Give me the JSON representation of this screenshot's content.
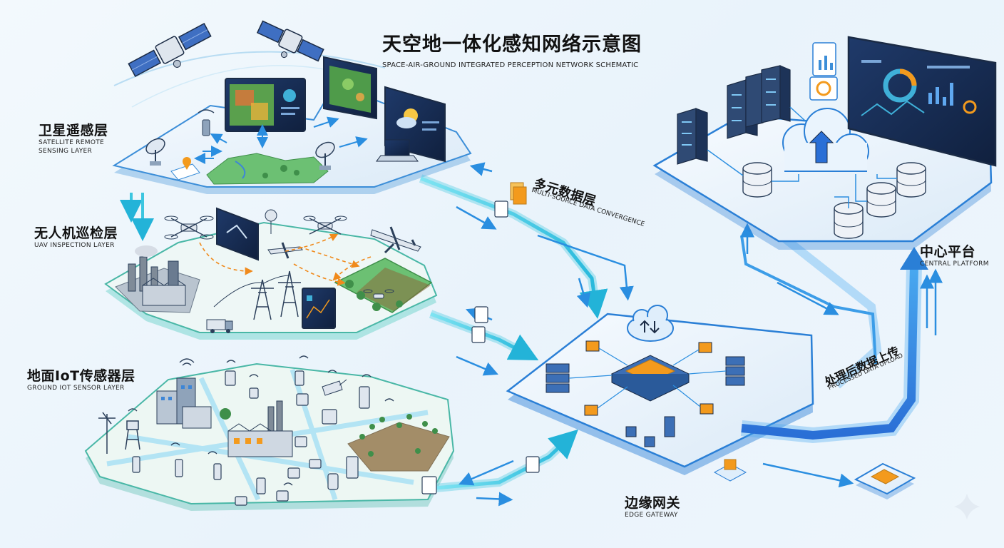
{
  "title": "天空地一体化感知网络示意图",
  "subtitle": "SPACE-AIR-GROUND INTEGRATED PERCEPTION NETWORK SCHEMATIC",
  "layers": {
    "satellite": {
      "zh": "卫星遥感层",
      "en_line1": "SATELLITE REMOTE",
      "en_line2": "SENSING LAYER"
    },
    "uav": {
      "zh": "无人机巡检层",
      "en": "UAV INSPECTION LAYER"
    },
    "ground": {
      "zh": "地面IoT传感器层",
      "en": "GROUND IOT SENSOR LAYER"
    }
  },
  "nodes": {
    "fusion": {
      "zh": "多元数据层",
      "en": "MULTI-SOURCE DATA CONVERGENCE"
    },
    "edge": {
      "zh": "边缘网关",
      "en": "EDGE GATEWAY"
    },
    "central": {
      "zh": "中心平台",
      "en": "CENTRAL PLATFORM"
    },
    "upload": {
      "zh": "处理后数据上传",
      "en": "PROCESSED DATA UPLOAD"
    }
  },
  "colors": {
    "flow": "#3cc6e0",
    "flow_dark": "#2a7fd6",
    "platform": "#eaf3fb",
    "platform_edge": "#3c8ed8",
    "accent": "#f39a1d",
    "field_green": "#6cc073",
    "sat_panel": "#3f6fc2"
  }
}
